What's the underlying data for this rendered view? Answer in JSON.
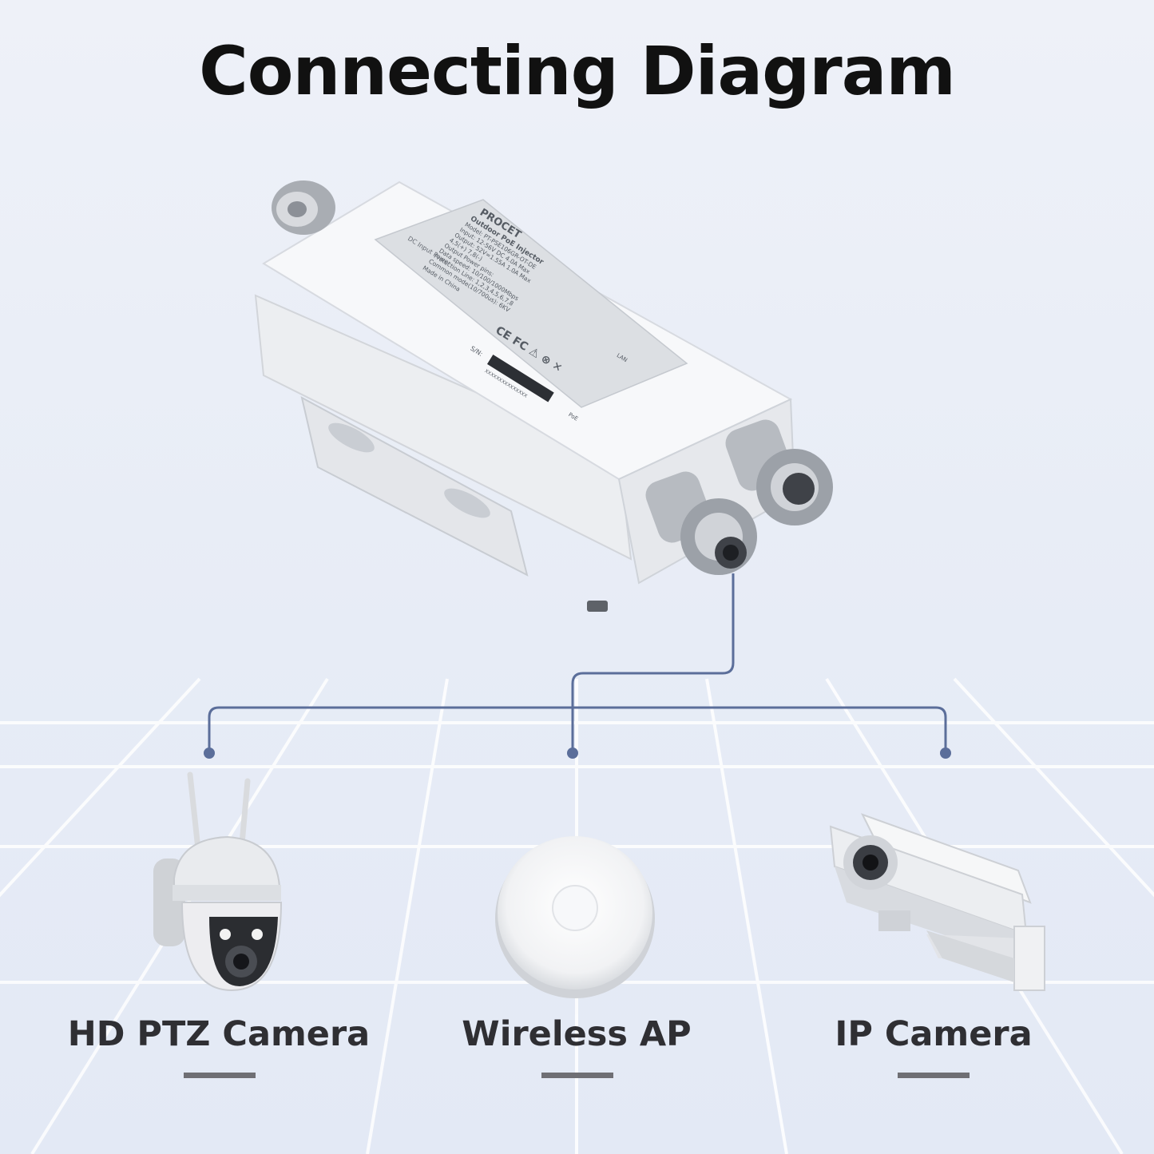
{
  "title": "Connecting Diagram",
  "injector": {
    "brand": "PROCET",
    "label_lines": [
      "Outdoor PoE Injector",
      "Model: PT-PSE106GR-OT-DE",
      "Input: 12-56V DC 4.0A Max",
      "Output: 52V=1.55A 1.0A Max",
      "4,5(+) 7,8(-)",
      "Output Power pins:",
      "Data speed: 10/100/1000Mbps",
      "Protection Line: 1,2,3,4,5,6,7,8",
      "Common mode(10/700us): 6KV",
      "Made in China"
    ],
    "dc_label": "DC Input Power",
    "serial_label": "S/N:",
    "serial_value": "XXXXXXXXXXXXXXX",
    "port_lan": "LAN",
    "port_poe": "PoE"
  },
  "devices": [
    {
      "label": "HD PTZ Camera"
    },
    {
      "label": "Wireless AP"
    },
    {
      "label": "IP Camera"
    }
  ],
  "colors": {
    "connector_line": "#5b6e9a",
    "title": "#111111",
    "label": "#2f2f33",
    "underline": "#6f6f74"
  }
}
